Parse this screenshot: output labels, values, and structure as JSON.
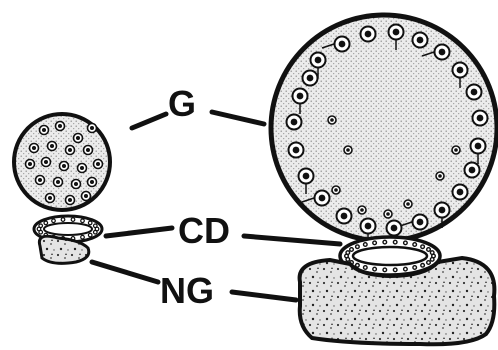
{
  "labels": {
    "g": "G",
    "cd": "CD",
    "ng": "NG"
  },
  "colors": {
    "ink": "#111111",
    "gland_fill": "#d8d8d8",
    "duct_fill": "#ffffff",
    "tissue_fill": "#dcdcdc"
  }
}
